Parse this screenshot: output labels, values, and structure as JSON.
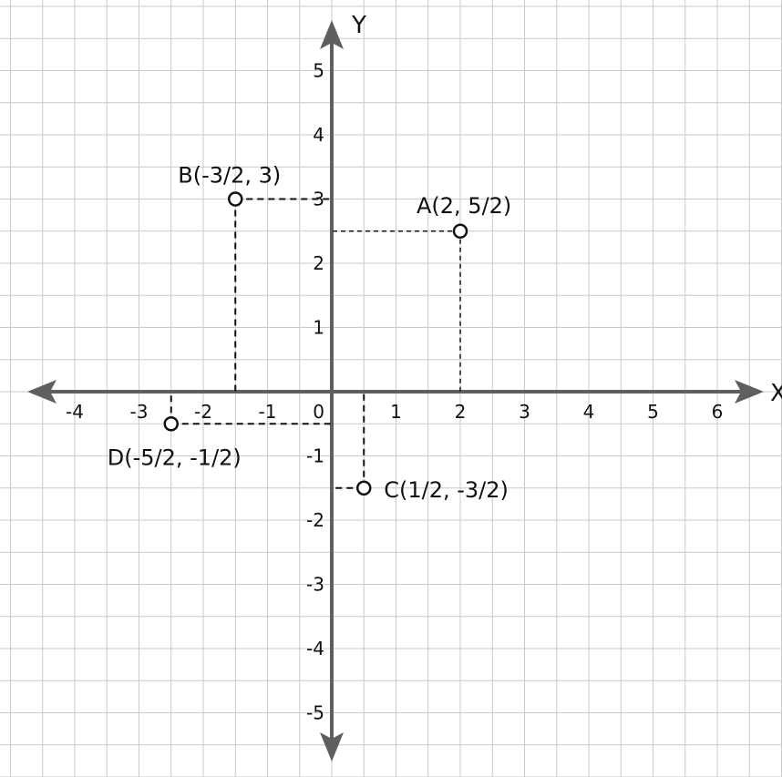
{
  "axes": {
    "x_name": "X",
    "y_name": "Y"
  },
  "x_ticks": [
    {
      "value": -4,
      "label": "-4"
    },
    {
      "value": -3,
      "label": "-3"
    },
    {
      "value": -2,
      "label": "-2"
    },
    {
      "value": -1,
      "label": "-1"
    },
    {
      "value": 1,
      "label": "1"
    },
    {
      "value": 2,
      "label": "2"
    },
    {
      "value": 3,
      "label": "3"
    },
    {
      "value": 4,
      "label": "4"
    },
    {
      "value": 5,
      "label": "5"
    },
    {
      "value": 6,
      "label": "6"
    }
  ],
  "y_ticks": [
    {
      "value": 5,
      "label": "5"
    },
    {
      "value": 4,
      "label": "4"
    },
    {
      "value": 3,
      "label": "3"
    },
    {
      "value": 2,
      "label": "2"
    },
    {
      "value": 1,
      "label": "1"
    },
    {
      "value": -1,
      "label": "-1"
    },
    {
      "value": -2,
      "label": "-2"
    },
    {
      "value": -3,
      "label": "-3"
    },
    {
      "value": -4,
      "label": "-4"
    },
    {
      "value": -5,
      "label": "-5"
    }
  ],
  "origin_label": "0",
  "points": [
    {
      "id": "A",
      "label": "A(2, 5/2)",
      "x": 2,
      "y": 2.5
    },
    {
      "id": "B",
      "label": "B(-3/2, 3)",
      "x": -1.5,
      "y": 3
    },
    {
      "id": "C",
      "label": "C(1/2, -3/2)",
      "x": 0.5,
      "y": -1.5
    },
    {
      "id": "D",
      "label": "D(-5/2, -1/2)",
      "x": -2.5,
      "y": -0.5
    }
  ]
}
